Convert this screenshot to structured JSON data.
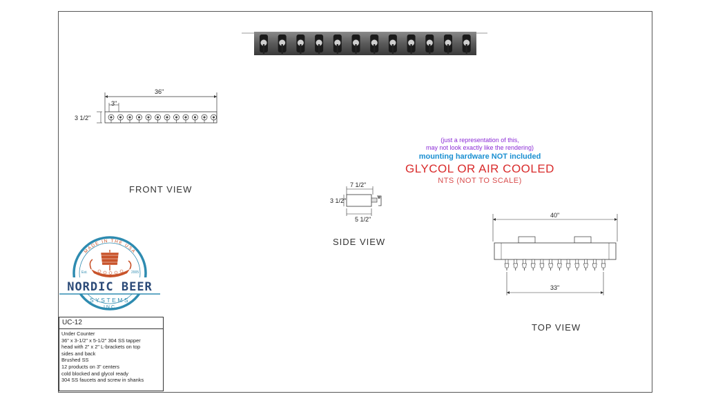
{
  "views": {
    "front": "FRONT VIEW",
    "side": "SIDE VIEW",
    "top": "TOP VIEW"
  },
  "dimensions": {
    "front_width": "36\"",
    "front_spacing": "3\"",
    "front_height": "3 1/2\"",
    "side_top": "7 1/2\"",
    "side_height": "3 1/2\"",
    "side_bottom": "5 1/2\"",
    "top_width": "40\"",
    "top_faucet_span": "33\""
  },
  "notes": {
    "representation_line1": "(just a representation of this,",
    "representation_line2": "may not look exactly like the rendering)",
    "hardware": "mounting hardware NOT included",
    "cooling": "GLYCOL OR AIR COOLED",
    "scale": "NTS (NOT TO SCALE)"
  },
  "logo": {
    "top_arc": "MADE IN THE USA",
    "brand": "NORDIC BEER",
    "sub": "SYSTEMS",
    "inc": "INC",
    "est": "Est.",
    "year": "2005"
  },
  "info": {
    "model": "UC-12",
    "lines": [
      "Under Counter",
      "36\" x 3-1/2\" x 5-1/2\" 304 SS tapper",
      "head with 2\" x 2\" L-brackets on top",
      "sides and back",
      "Brushed SS",
      "12 products on 3\" centers",
      "cold blocked and glycol ready",
      "304 SS faucets and screw in shanks"
    ]
  },
  "product": {
    "faucet_count": 12
  },
  "colors": {
    "logo_ring": "#2e8bb0",
    "logo_red": "#c8532a",
    "logo_navy": "#2b4a78",
    "note_blue": "#1a8fd1",
    "note_red": "#d92b2b",
    "note_purple": "#8b2bd6"
  }
}
